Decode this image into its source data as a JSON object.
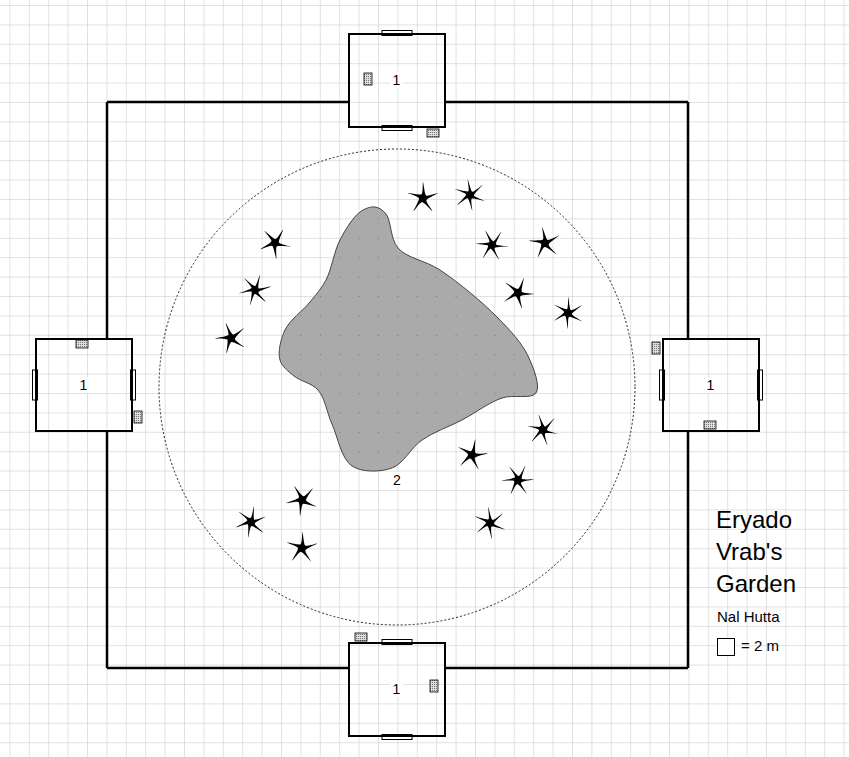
{
  "diagram": {
    "title": "Eryado Vrab's Garden",
    "nodes": [
      {
        "text": [
          "1"
        ]
      },
      {
        "text": [
          "1"
        ]
      },
      {
        "text": [
          "1"
        ]
      },
      {
        "text": [
          "2"
        ]
      },
      {
        "text": [
          "1"
        ]
      }
    ],
    "labels": [
      "Nal Hutta"
    ],
    "legend": [
      {
        "text": "= 2 m"
      }
    ]
  }
}
